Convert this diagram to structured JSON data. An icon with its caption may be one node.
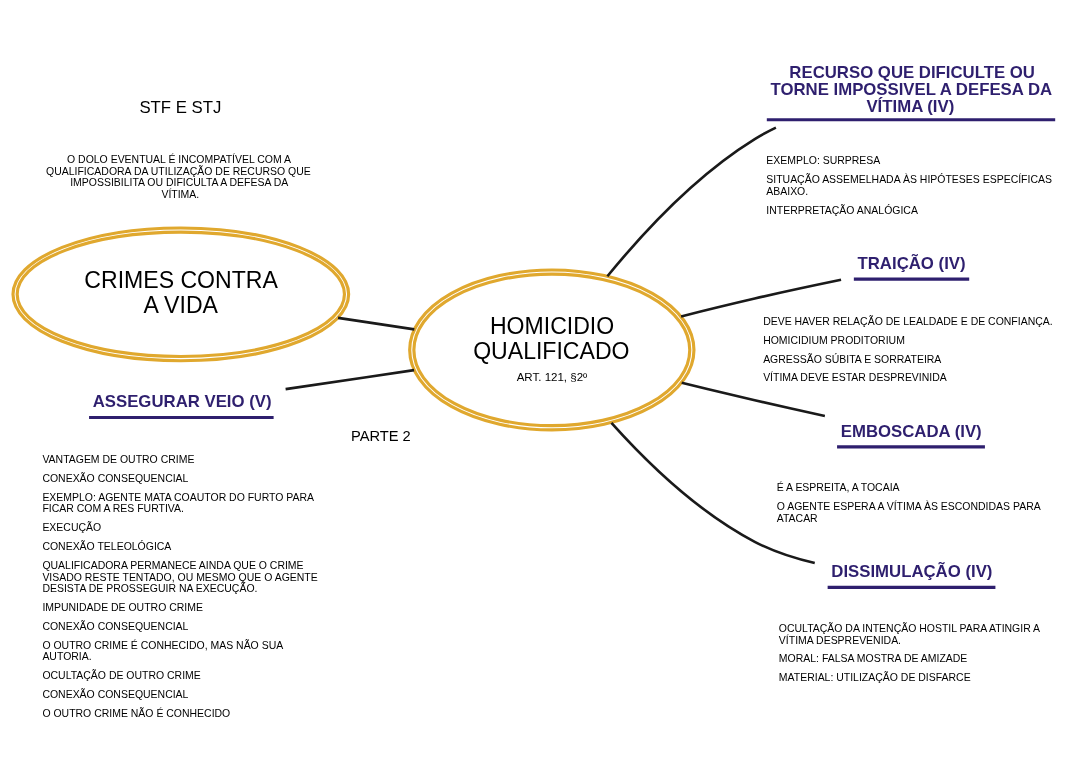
{
  "diagram": {
    "nodes": [
      {
        "text": [
          "CRIMES CONTRA A VIDA"
        ]
      },
      {
        "text": [
          "HOMICIDIO QUALIFICADO",
          "ART. 121, §2º"
        ],
        "beside": [
          "PARTE 2"
        ]
      },
      {
        "text": [
          "ASSEGURAR VEIO (V)"
        ],
        "beside": [
          "VANTAGEM DE OUTRO CRIME",
          "CONEXÃO CONSEQUENCIAL",
          "EXEMPLO: AGENTE MATA COAUTOR DO FURTO PARA FICAR COM A RES FURTIVA.",
          "EXECUÇÃO",
          "CONEXÃO TELEOLÓGICA",
          "QUALIFICADORA PERMANECE AINDA QUE O CRIME VISADO RESTE TENTADO, OU MESMO QUE O AGENTE DESISTA DE PROSSEGUIR NA EXECUÇÃO.",
          "IMPUNIDADE DE OUTRO CRIME",
          "CONEXÃO CONSEQUENCIAL",
          "O OUTRO CRIME É CONHECIDO, MAS NÃO SUA AUTORIA.",
          "OCULTAÇÃO DE OUTRO CRIME",
          "CONEXÃO CONSEQUENCIAL",
          "O OUTRO CRIME NÃO É CONHECIDO"
        ]
      },
      {
        "text": [
          "RECURSO QUE DIFICULTE OU TORNE IMPOSSIVEL A DEFESA DA VÍTIMA (IV)"
        ],
        "beside": [
          "EXEMPLO: SURPRESA",
          "SITUAÇÃO ASSEMELHADA ÀS HIPÓTESES ESPECÍFICAS ABAIXO.",
          "INTERPRETAÇÃO ANALÓGICA"
        ]
      },
      {
        "text": [
          "TRAIÇÃO (IV)"
        ],
        "beside": [
          "DEVE HAVER RELAÇÃO DE LEALDADE E DE CONFIANÇA.",
          "HOMICIDIUM PRODITORIUM",
          "AGRESSÃO SÚBITA E SORRATEIRA",
          "VÍTIMA DEVE ESTAR DESPREVINIDA"
        ]
      },
      {
        "text": [
          "EMBOSCADA (IV)"
        ],
        "beside": [
          "É A ESPREITA, A TOCAIA",
          "O AGENTE ESPERA A VÍTIMA ÀS ESCONDIDAS PARA ATACAR"
        ]
      },
      {
        "text": [
          "DISSIMULAÇÃO (IV)"
        ],
        "beside": [
          "OCULTAÇÃO DA INTENÇÃO HOSTIL PARA ATINGIR A VÍTIMA DESPREVENIDA.",
          "MORAL: FALSA MOSTRA DE AMIZADE",
          "MATERIAL: UTILIZAÇÃO DE DISFARCE"
        ]
      }
    ],
    "edges": [
      {
        "from": 0,
        "to": 1,
        "arrow": "none"
      },
      {
        "from": 2,
        "to": 1,
        "arrow": "none"
      },
      {
        "from": 1,
        "to": 3,
        "arrow": "none"
      },
      {
        "from": 1,
        "to": 4,
        "arrow": "none"
      },
      {
        "from": 1,
        "to": 5,
        "arrow": "none"
      },
      {
        "from": 1,
        "to": 6,
        "arrow": "none"
      }
    ],
    "labels": [
      "STF E STJ",
      "O DOLO EVENTUAL É INCOMPATÍVEL COM A QUALIFICADORA DA UTILIZAÇÃO DE RECURSO QUE IMPOSSIBILITA OU DIFICULTA A DEFESA DA VÍTIMA."
    ]
  }
}
